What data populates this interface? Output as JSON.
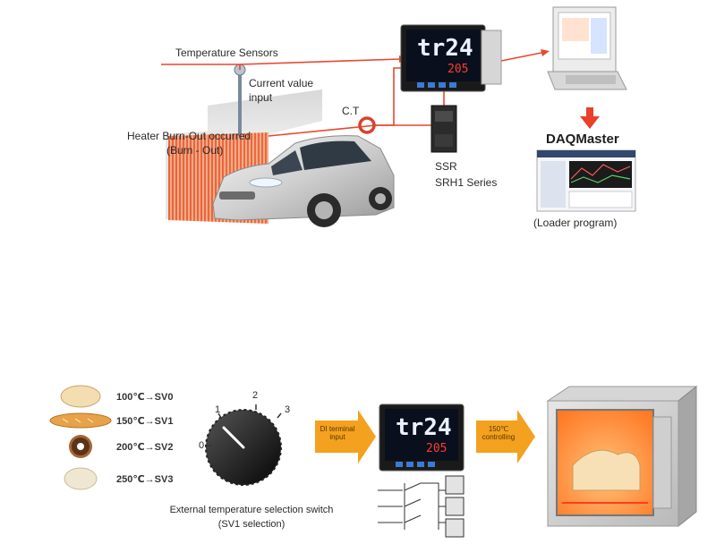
{
  "top_section": {
    "temperature_sensors": "Temperature Sensors",
    "current_value_line1": "Current value",
    "current_value_line2": "input",
    "ct_label": "C.T",
    "heater_line1": "Heater Burn-Out occurred",
    "heater_line2": "(Burn - Out)",
    "ssr_line1": "SSR",
    "ssr_line2": "SRH1 Series",
    "daqmaster": "DAQMaster",
    "loader": "(Loader program)",
    "controller_display_top": "tr24",
    "controller_display_bottom": "205"
  },
  "bottom_section": {
    "sv_items": [
      {
        "label": "100℃→SV0",
        "icon": "bread-roll-icon"
      },
      {
        "label": "150℃→SV1",
        "icon": "baguette-icon"
      },
      {
        "label": "200℃→SV2",
        "icon": "donut-icon"
      },
      {
        "label": "250℃→SV3",
        "icon": "cake-icon"
      }
    ],
    "dial_positions": [
      "0",
      "1",
      "2",
      "3"
    ],
    "di_terminal_line1": "DI terminal",
    "di_terminal_line2": "input",
    "controlling_line1": "150℃",
    "controlling_line2": "controlling",
    "switch_line1": "External temperature selection switch",
    "switch_line2": "(SV1 selection)",
    "controller_display_top": "tr24",
    "controller_display_bottom": "205"
  },
  "colors": {
    "signal_line": "#e8472d",
    "arrow_orange": "#f3a11f",
    "daq_arrow": "#e8402a",
    "heater_orange": "#f36a2c"
  }
}
